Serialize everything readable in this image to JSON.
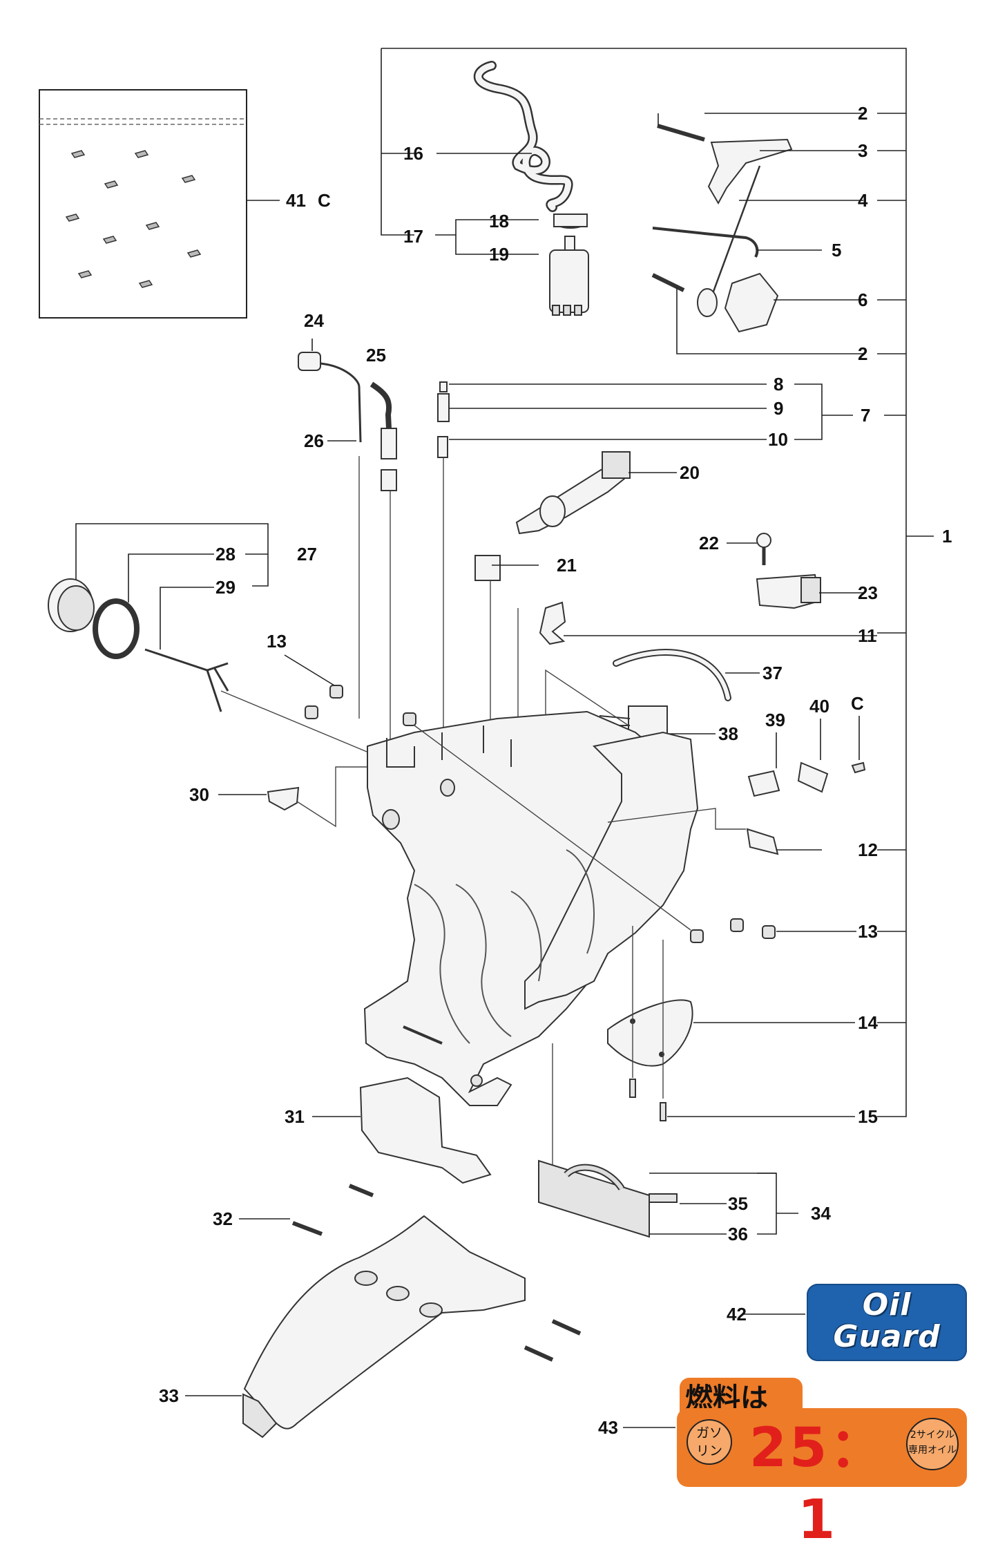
{
  "diagram": {
    "callouts": {
      "c1": "1",
      "c2a": "2",
      "c2b": "2",
      "c3": "3",
      "c4": "4",
      "c5": "5",
      "c6": "6",
      "c7": "7",
      "c8": "8",
      "c9": "9",
      "c10": "10",
      "c11": "11",
      "c12": "12",
      "c13a": "13",
      "c13b": "13",
      "c14": "14",
      "c15": "15",
      "c16": "16",
      "c17": "17",
      "c18": "18",
      "c19": "19",
      "c20": "20",
      "c21": "21",
      "c22": "22",
      "c23": "23",
      "c24": "24",
      "c25": "25",
      "c26": "26",
      "c27": "27",
      "c28": "28",
      "c29": "29",
      "c30": "30",
      "c31": "31",
      "c32": "32",
      "c33": "33",
      "c34": "34",
      "c35": "35",
      "c36": "36",
      "c37": "37",
      "c38": "38",
      "c39": "39",
      "c40": "40",
      "c41": "41",
      "c41_suffix": "C",
      "c42": "42",
      "c43": "43",
      "cC": "C"
    }
  },
  "oil_badge": {
    "line1": "Oil",
    "line2": "Guard",
    "bg_color": "#1f62ad"
  },
  "fuel_badge": {
    "header": "燃料は",
    "gas_line1": "ガソ",
    "gas_line2": "リン",
    "ratio": "25：1",
    "mix_line1": "2サイクル",
    "mix_line2": "専用オイル",
    "bg_color": "#ee7b28",
    "ratio_color": "#e1201b"
  }
}
